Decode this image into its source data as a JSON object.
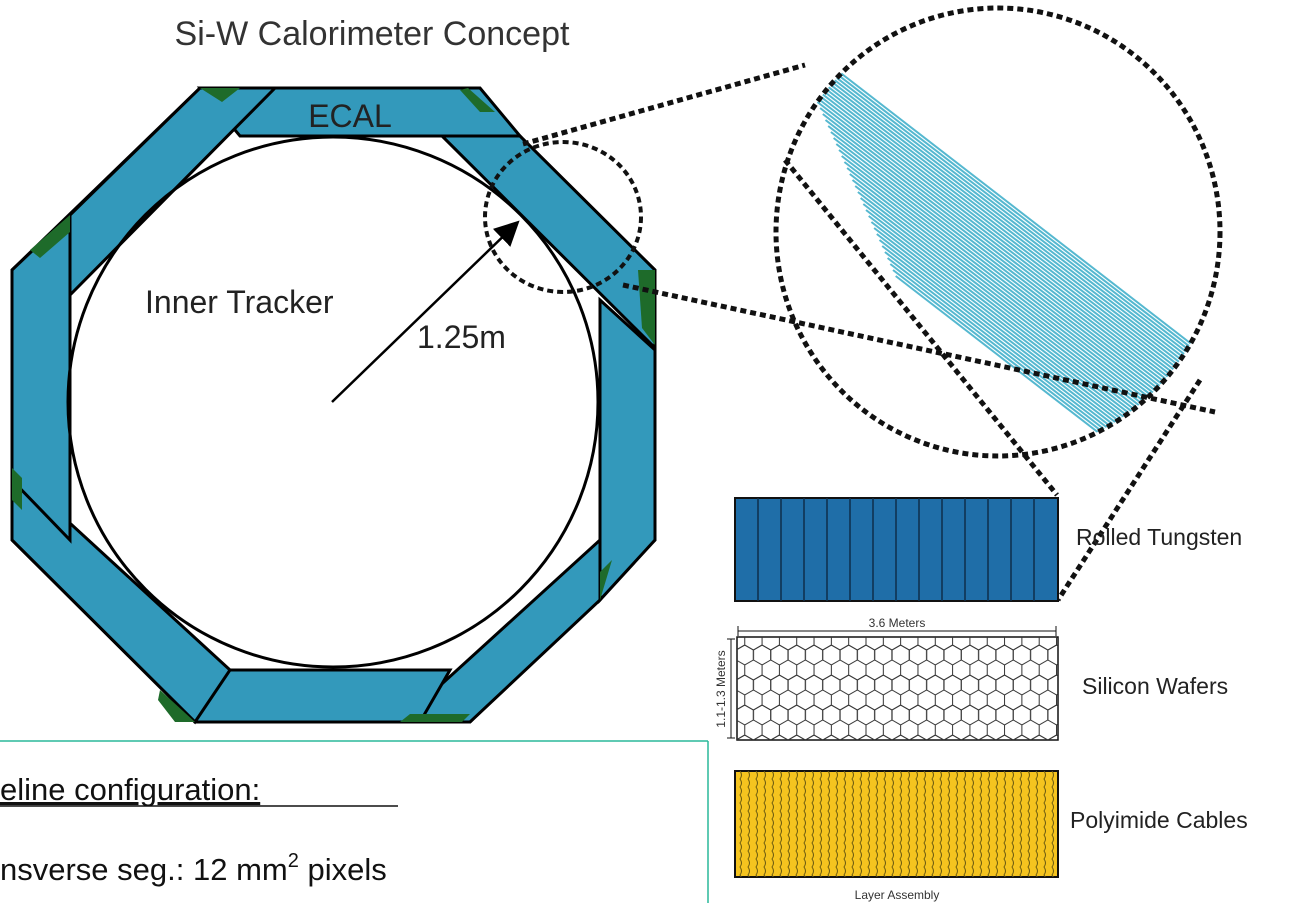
{
  "diagram": {
    "title": "Si-W Calorimeter Concept",
    "ecal_label": "ECAL",
    "inner_tracker_label": "Inner Tracker",
    "radius_label": "1.25m",
    "layers": [
      {
        "label": "Rolled Tungsten"
      },
      {
        "label": "Silicon Wafers"
      },
      {
        "label": "Polyimide Cables"
      }
    ],
    "width_dimension": "3.6 Meters",
    "height_dimension": "1.1-1.3 Meters",
    "assembly_caption": "Layer Assembly",
    "baseline_heading": "eline configuration:",
    "baseline_item_prefix": "nsverse seg.: 12 mm",
    "baseline_item_superscript": "2",
    "baseline_item_suffix": " pixels"
  },
  "colors": {
    "ecal_fill": "#3399bb",
    "ecal_edge_green": "#1e6b2a",
    "stripe_blue": "#55b8d0",
    "tungsten_fill": "#1f6ea8",
    "cable_fill": "#f5c41f",
    "box_border": "#2ab89a"
  }
}
